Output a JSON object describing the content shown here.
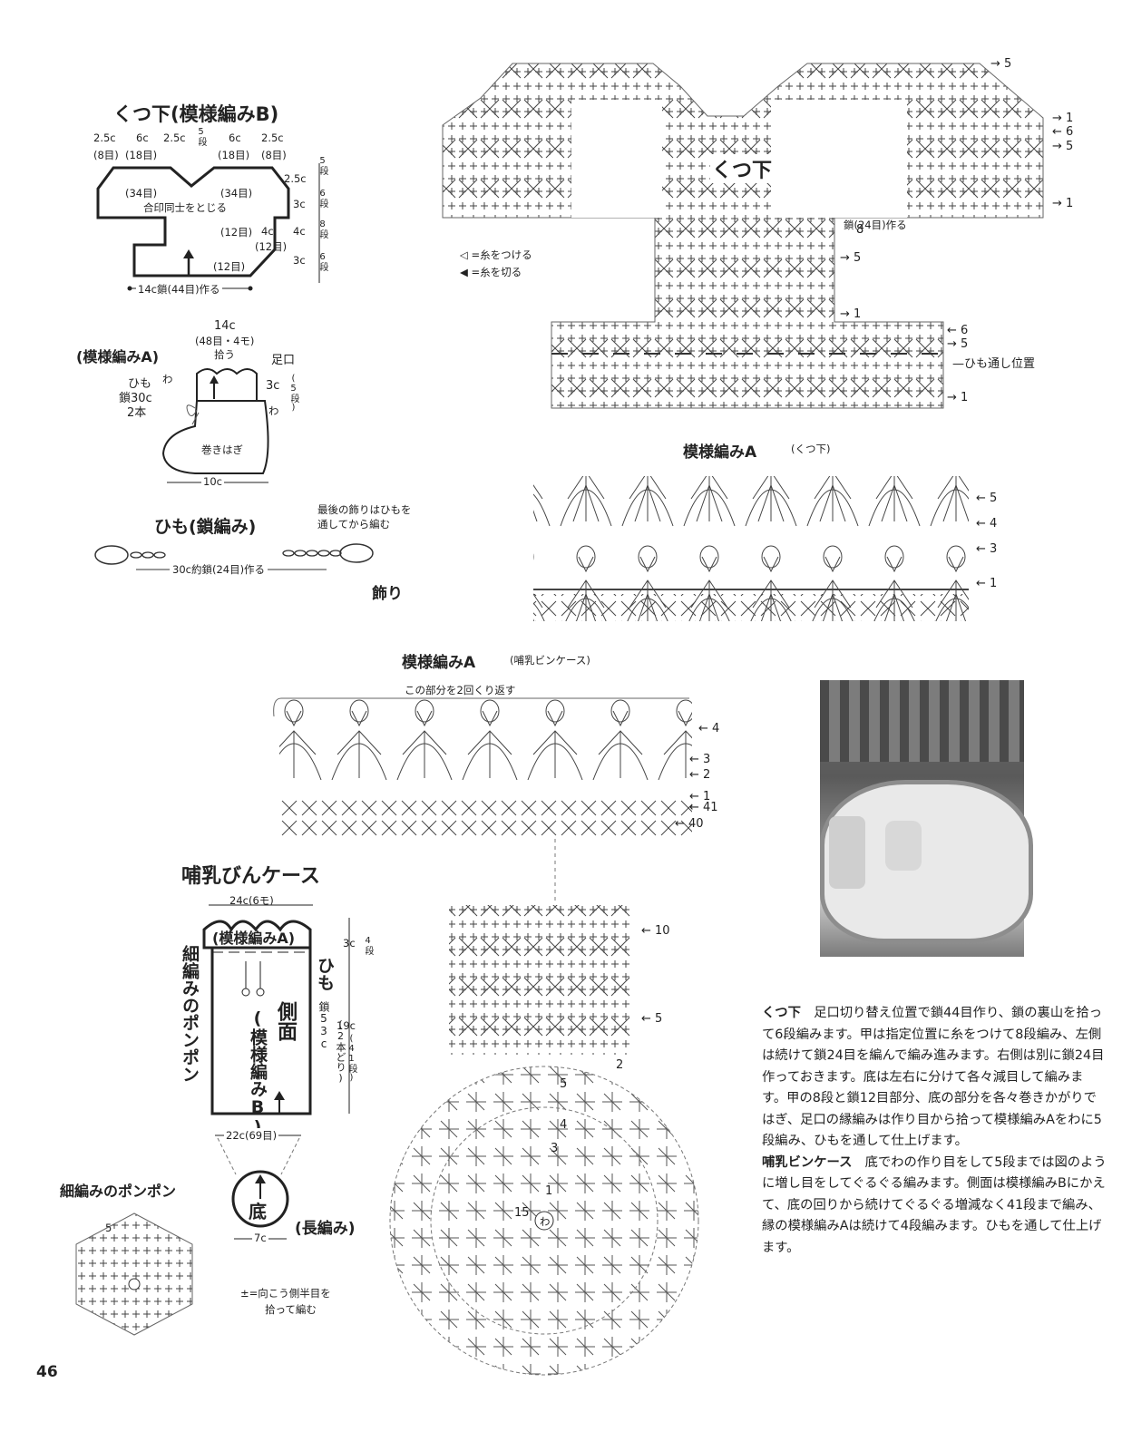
{
  "page_number": "46",
  "sock_schematic": {
    "title": "くつ下(模様編みB)",
    "top_widths": [
      "2.5c",
      "6c",
      "2.5c",
      "6c",
      "2.5c"
    ],
    "top_stitches": [
      "(8目)",
      "(18目)",
      "5段",
      "(18目)",
      "(8目)"
    ],
    "inner_left": "(34目)",
    "inner_right": "(34目)",
    "join_note": "合印同士をとじる",
    "side_right": [
      "2.5c",
      "3c",
      "4c",
      "3c"
    ],
    "side_rows": [
      "5段",
      "6段",
      "8段",
      "6段"
    ],
    "inner_12": "(12目)",
    "inner_4c": "4c",
    "inner_12b": "(12目)",
    "bottom_12": "(12目)",
    "bottom_label": "14c鎖(44目)作る"
  },
  "boot_schematic": {
    "top_width": "14c",
    "top_stitches": "(48目・4モ)",
    "pickup": "拾う",
    "label_a": "(模様編みA)",
    "cuff": "足口",
    "ring": "わ",
    "ring2": "わ",
    "cord": "ひも",
    "cord_len": "鎖30c",
    "cord_count": "2本",
    "height": "3c",
    "height_rows": "(5段)",
    "seam": "巻きはぎ",
    "bottom_width": "10c"
  },
  "cord": {
    "title": "ひも(鎖編み)",
    "note_line1": "最後の飾りはひもを",
    "note_line2": "通してから編む",
    "length_label": "30c約鎖(24目)作る",
    "ornament": "飾り"
  },
  "sock_chart": {
    "title": "くつ下",
    "chain_label": "鎖(24目)作る",
    "row_labels_right": [
      "5",
      "1",
      "6",
      "5",
      "1"
    ],
    "row_labels_mid": [
      "8",
      "5",
      "1"
    ],
    "row_labels_bottom": [
      "6",
      "5",
      "1"
    ],
    "cord_position": "ひも通し位置",
    "legend_attach": "=糸をつける",
    "legend_cut": "=糸を切る"
  },
  "pattern_a_sock": {
    "title": "模様編みA",
    "subtitle": "(くつ下)",
    "rows": [
      "5",
      "4",
      "3",
      "1"
    ]
  },
  "pattern_a_case": {
    "title": "模様編みA",
    "subtitle": "(哺乳ビンケース)",
    "repeat_note": "この部分を2回くり返す",
    "rows": [
      "4",
      "3",
      "2",
      "1",
      "41",
      "40"
    ]
  },
  "case_schematic": {
    "title": "哺乳びんケース",
    "top_width": "24c(6モ)",
    "band_label": "(模様編みA)",
    "band_height": "3c",
    "band_rows": "4段",
    "side_label": "側面",
    "side_pattern": "(模様編みB)",
    "pompom_label": "細編みのポンポン",
    "cord_label": "ひも",
    "cord_detail": "鎖53c",
    "cord_detail2": "(2本どり)",
    "height": "19c",
    "height_rows": "(41段)",
    "bottom_width": "22c(69目)",
    "base_label": "底",
    "base_stitch": "(長編み)",
    "base_dia": "7c"
  },
  "pompom": {
    "title": "細編みのポンポン",
    "row_label": "5",
    "note_line1": "±=向こう側半目を",
    "note_line2": "拾って編む"
  },
  "case_chart": {
    "rows": [
      "10",
      "5",
      "2",
      "1",
      "3",
      "4",
      "5",
      "15"
    ],
    "center": "わ"
  },
  "description": {
    "sock_head": "くつ下",
    "sock_text": "足口切り替え位置で鎖44目作り、鎖の裏山を拾って6段編みます。甲は指定位置に糸をつけて8段編み、左側は続けて鎖24目を編んで編み進みます。右側は別に鎖24目作っておきます。底は左右に分けて各々減目して編みます。甲の8段と鎖12目部分、底の部分を各々巻きかがりではぎ、足口の縁編みは作り目から拾って模様編みAをわに5段編み、ひもを通して仕上げます。",
    "case_head": "哺乳ビンケース",
    "case_text": "底でわの作り目をして5段までは図のように増し目をしてぐるぐる編みます。側面は模様編みBにかえて、底の回りから続けてぐるぐる増減なく41段まで編み、縁の模様編みAは続けて4段編みます。ひもを通して仕上げます。"
  }
}
